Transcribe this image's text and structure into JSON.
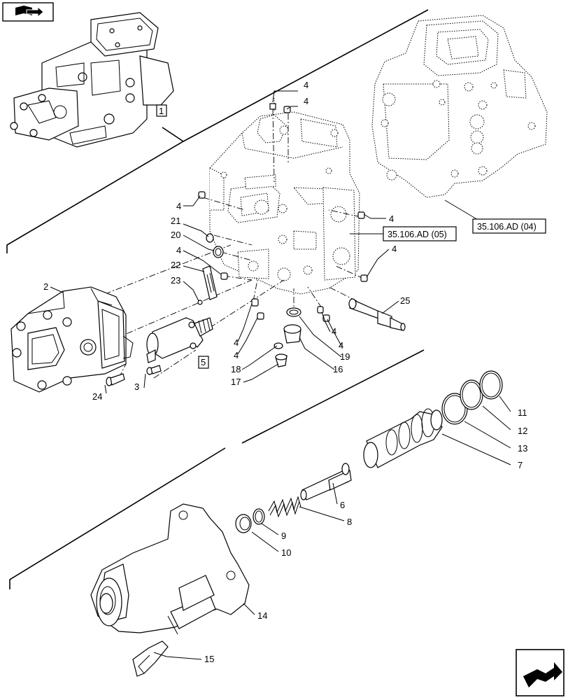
{
  "icons": {
    "top_left": "book-arrow-icon",
    "bottom_right": "next-page-arrow-icon"
  },
  "callouts": {
    "c1": "1",
    "c2": "2",
    "c3": "3",
    "c4a": "4",
    "c4b": "4",
    "c4c": "4",
    "c4d": "4",
    "c4e": "4",
    "c4f": "4",
    "c4g": "4",
    "c4h": "4",
    "c4i": "4",
    "c4j": "4",
    "c5": "5",
    "c6": "6",
    "c7": "7",
    "c8": "8",
    "c9": "9",
    "c10": "10",
    "c11": "11",
    "c12": "12",
    "c13": "13",
    "c14": "14",
    "c15": "15",
    "c16": "16",
    "c17": "17",
    "c18": "18",
    "c19": "19",
    "c20": "20",
    "c21": "21",
    "c22": "22",
    "c23": "23",
    "c24": "24",
    "c25": "25"
  },
  "references": {
    "ref_05": "35.106.AD (05)",
    "ref_04": "35.106.AD (04)"
  }
}
